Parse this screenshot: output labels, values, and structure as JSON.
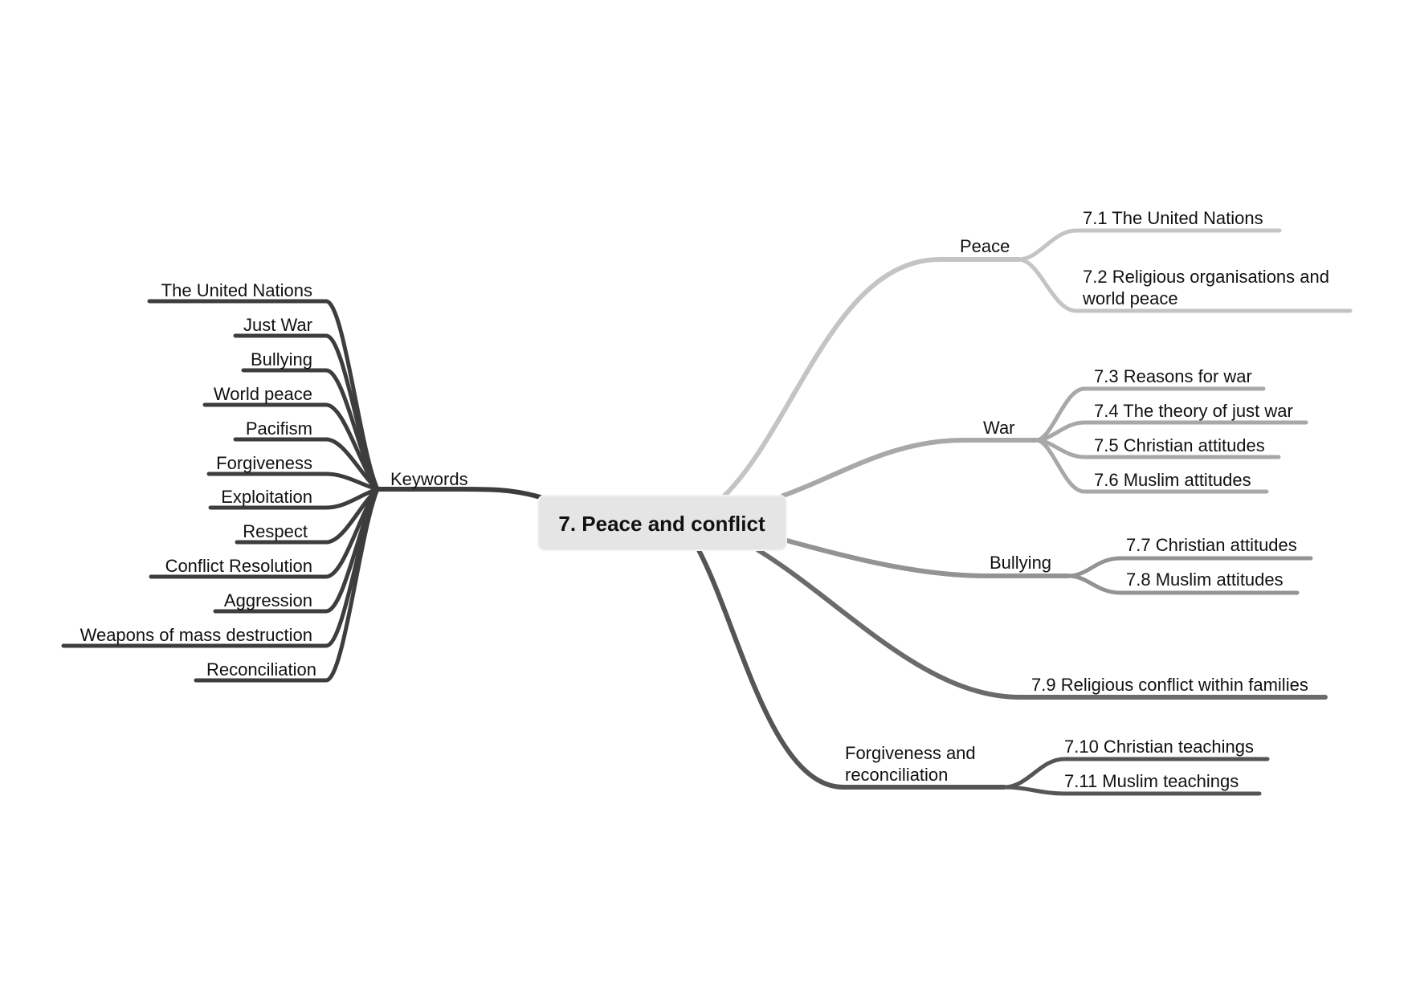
{
  "central_topic": "7. Peace and conflict",
  "colors": {
    "keywords": "#3d3d3d",
    "peace": "#c4c4c4",
    "war": "#a8a8a8",
    "bullying": "#939393",
    "families": "#6b6b6b",
    "forgiveness": "#555555",
    "center_fill": "#e5e5e5",
    "text": "#111111"
  },
  "keywords": {
    "label": "Keywords",
    "items": [
      "The United Nations",
      "Just War",
      "Bullying",
      "World peace",
      "Pacifism",
      "Forgiveness",
      "Exploitation",
      "Respect",
      "Conflict Resolution",
      "Aggression",
      "Weapons of mass destruction",
      "Reconciliation"
    ]
  },
  "branches": {
    "peace": {
      "label": "Peace",
      "items": [
        "7.1 The United Nations",
        "7.2 Religious organisations and",
        "world peace"
      ]
    },
    "war": {
      "label": "War",
      "items": [
        "7.3 Reasons for war",
        "7.4 The theory of just war",
        "7.5 Christian attitudes",
        "7.6 Muslim attitudes"
      ]
    },
    "bullying": {
      "label": "Bullying",
      "items": [
        "7.7 Christian attitudes",
        "7.8 Muslim attitudes"
      ]
    },
    "families": {
      "label": "7.9 Religious conflict within families"
    },
    "forgiveness": {
      "label_line1": "Forgiveness and",
      "label_line2": "reconciliation",
      "items": [
        "7.10 Christian teachings",
        "7.11 Muslim teachings"
      ]
    }
  }
}
